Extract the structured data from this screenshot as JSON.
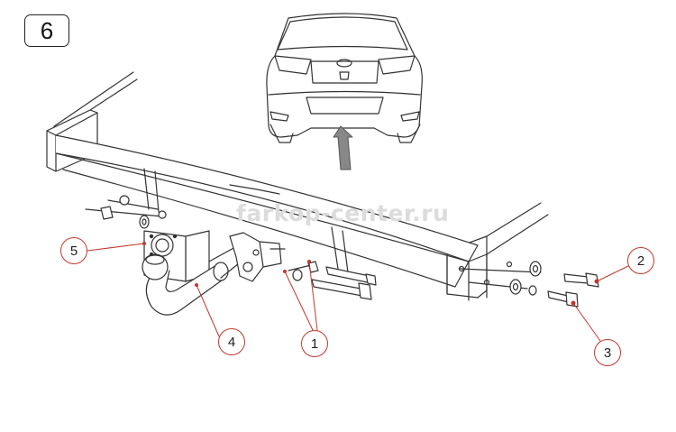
{
  "step_number": "6",
  "watermark": "farkop-center.ru",
  "callouts": [
    {
      "id": "1",
      "label": "1"
    },
    {
      "id": "2",
      "label": "2"
    },
    {
      "id": "3",
      "label": "3"
    },
    {
      "id": "4",
      "label": "4"
    },
    {
      "id": "5",
      "label": "5"
    }
  ],
  "colors": {
    "line": "#333333",
    "callout": "#c0392b",
    "watermark": "#dcdcdc",
    "arrow": "#888888"
  }
}
